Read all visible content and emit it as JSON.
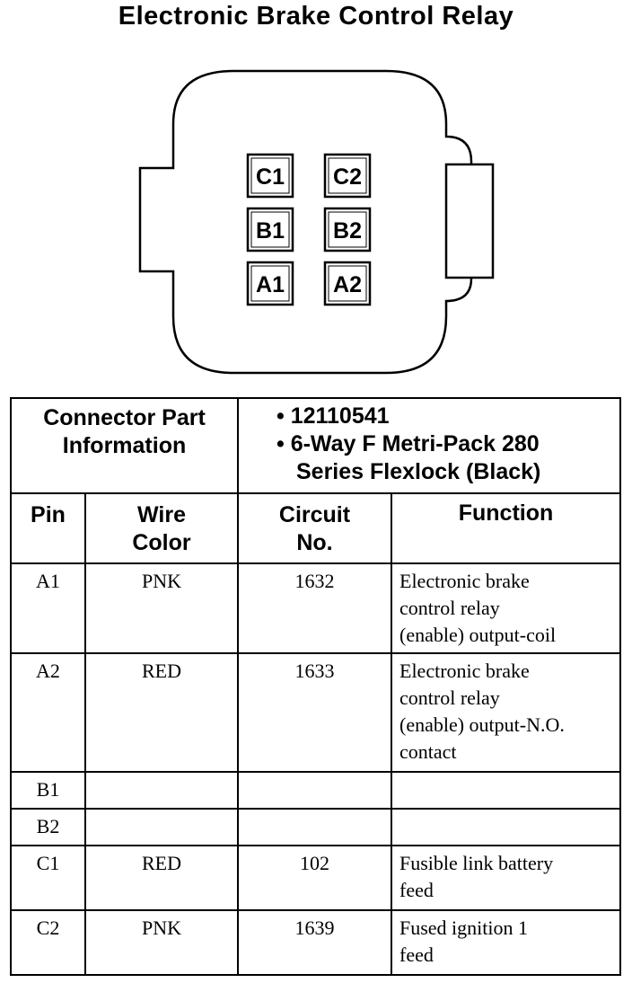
{
  "title": "Electronic Brake Control Relay",
  "connector": {
    "pins": [
      {
        "label": "C1"
      },
      {
        "label": "C2"
      },
      {
        "label": "B1"
      },
      {
        "label": "B2"
      },
      {
        "label": "A1"
      },
      {
        "label": "A2"
      }
    ]
  },
  "table": {
    "part_info_label_line1": "Connector Part",
    "part_info_label_line2": "Information",
    "part_info_values": [
      "• 12110541",
      "• 6-Way F Metri-Pack 280",
      "Series Flexlock (Black)"
    ],
    "headers": {
      "pin": "Pin",
      "wire_color_line1": "Wire",
      "wire_color_line2": "Color",
      "circuit_line1": "Circuit",
      "circuit_line2": "No.",
      "function": "Function"
    },
    "rows": [
      {
        "pin": "A1",
        "wire": "PNK",
        "circuit": "1632",
        "function": [
          "Electronic brake",
          "control relay",
          "(enable) output-coil"
        ]
      },
      {
        "pin": "A2",
        "wire": "RED",
        "circuit": "1633",
        "function": [
          "Electronic brake",
          "control relay",
          "(enable) output-N.O.",
          "contact"
        ]
      },
      {
        "pin": "B1",
        "wire": "",
        "circuit": "",
        "function": []
      },
      {
        "pin": "B2",
        "wire": "",
        "circuit": "",
        "function": []
      },
      {
        "pin": "C1",
        "wire": "RED",
        "circuit": "102",
        "function": [
          "Fusible link battery",
          "feed"
        ]
      },
      {
        "pin": "C2",
        "wire": "PNK",
        "circuit": "1639",
        "function": [
          "Fused ignition 1",
          "feed"
        ]
      }
    ]
  }
}
